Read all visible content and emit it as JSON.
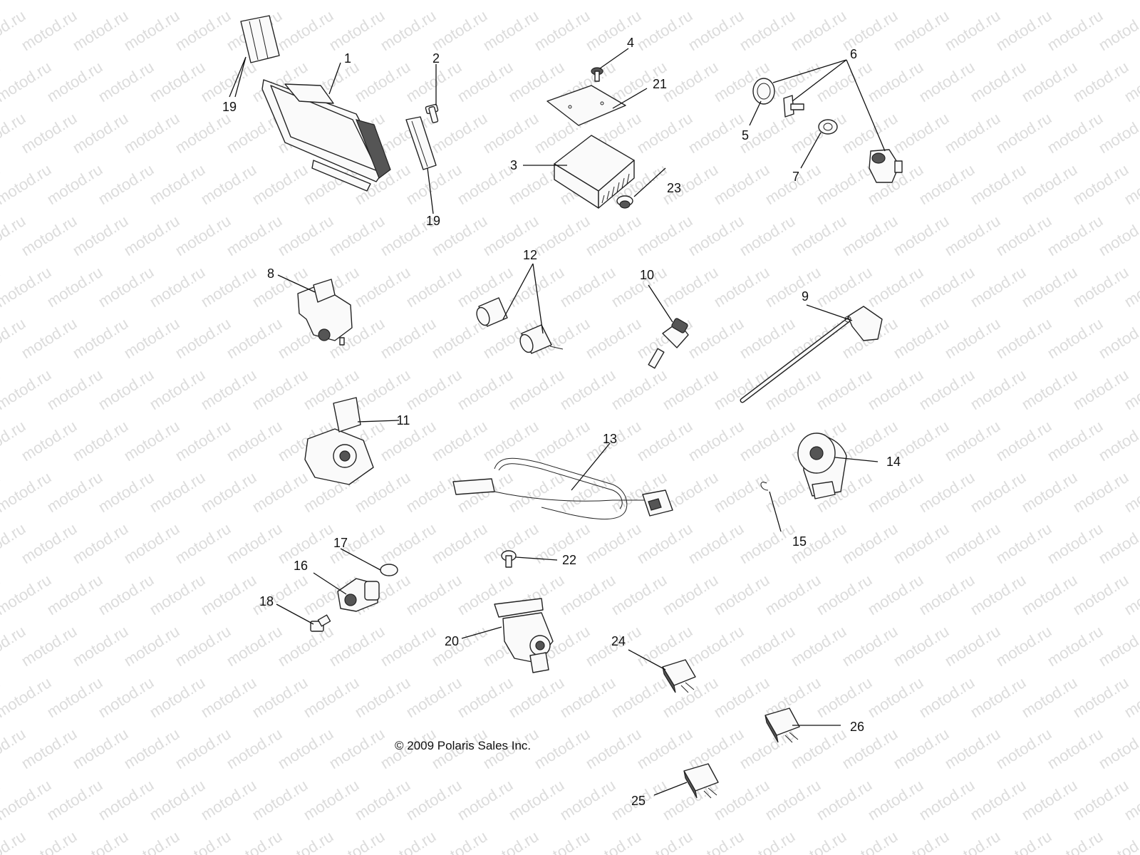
{
  "watermark": "motod.ru",
  "copyright": "2009 Polaris Sales Inc.",
  "copyright_symbol": "©",
  "callouts": [
    "1",
    "2",
    "3",
    "4",
    "5",
    "6",
    "7",
    "8",
    "9",
    "10",
    "11",
    "12",
    "13",
    "14",
    "15",
    "16",
    "17",
    "18",
    "19",
    "19",
    "20",
    "21",
    "22",
    "23",
    "24",
    "25",
    "26"
  ]
}
